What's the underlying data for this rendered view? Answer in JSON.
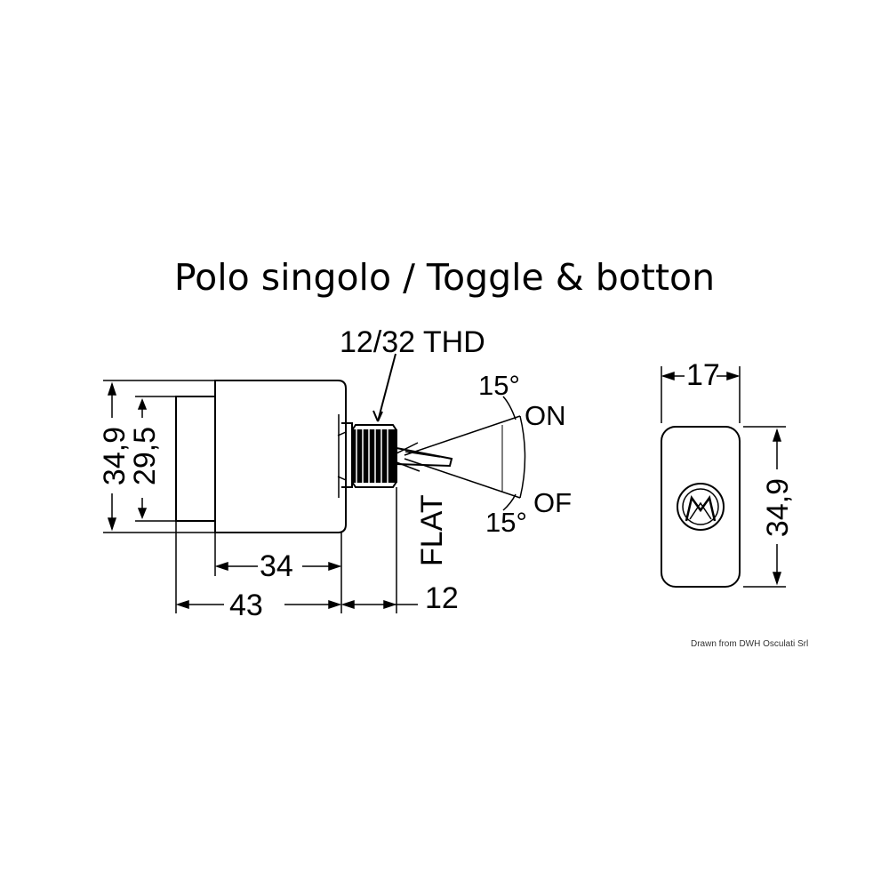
{
  "title": "Polo singolo / Toggle & botton",
  "side_view": {
    "thread_label": "12/32 THD",
    "height_overall": "34,9",
    "height_body": "29,5",
    "length_body": "34",
    "length_total": "43",
    "bushing_length": "12",
    "flat_label": "FLAT",
    "angle_on": "15°",
    "on_label": "ON",
    "angle_off": "15°",
    "off_label": "OF"
  },
  "front_view": {
    "width": "17",
    "height": "34,9"
  },
  "credit": "Drawn from DWH Osculati Srl"
}
